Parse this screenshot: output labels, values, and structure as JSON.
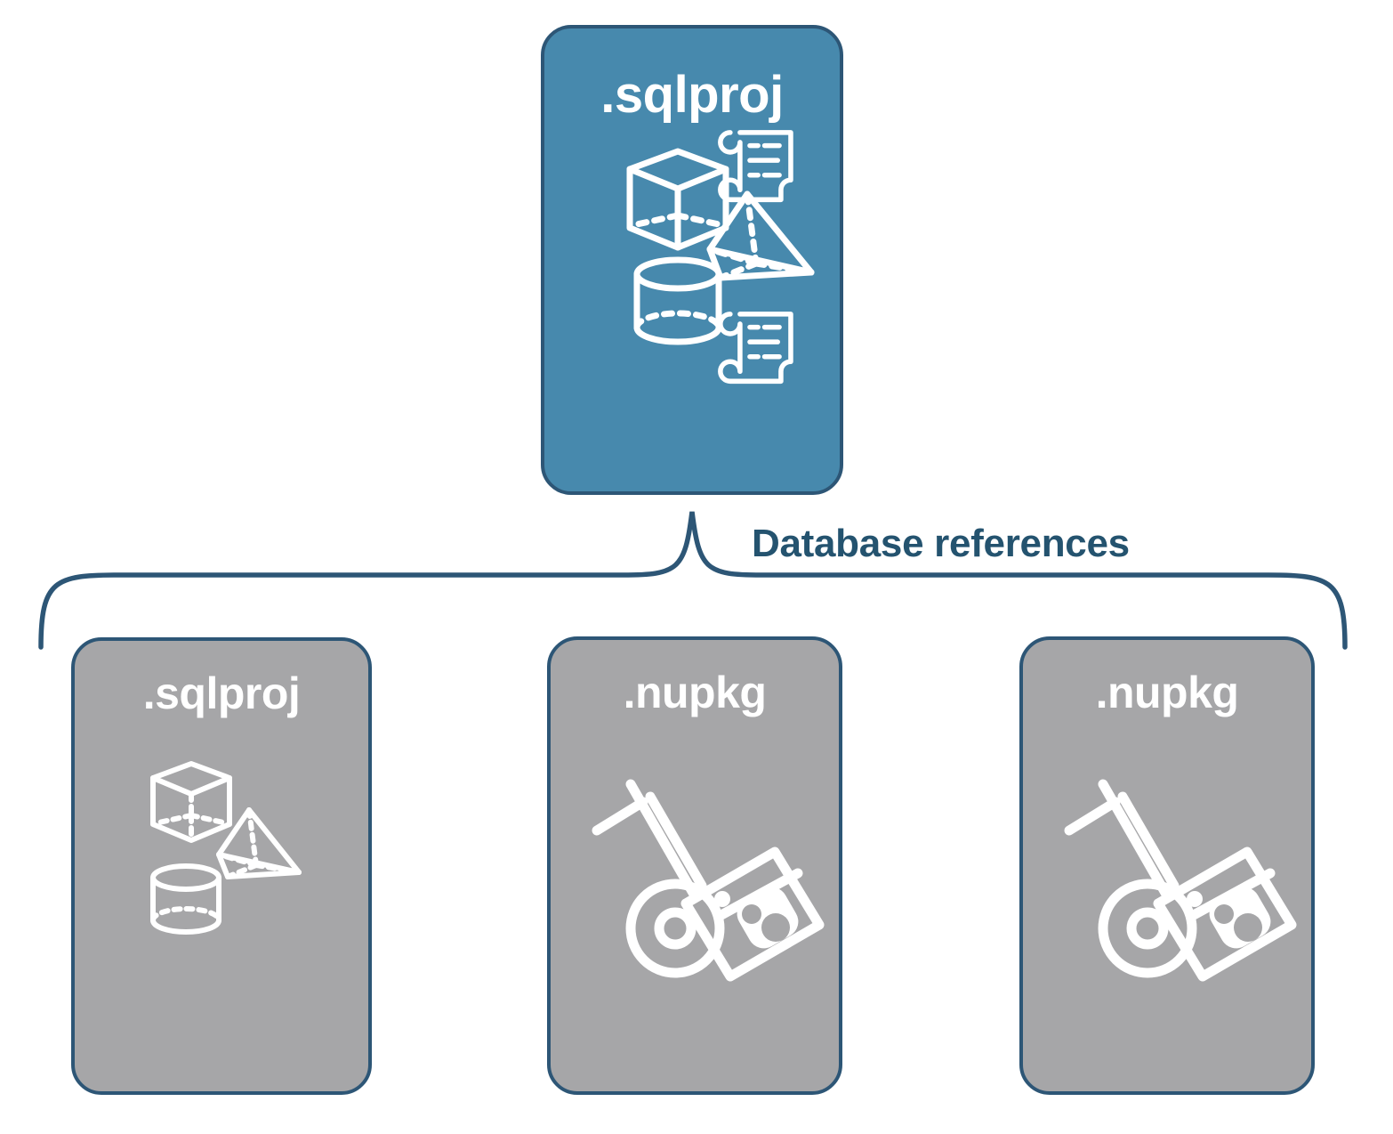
{
  "diagram": {
    "title_text": "Database references",
    "colors": {
      "primary_fill": "#4789ad",
      "secondary_fill": "#a6a6a8",
      "border": "#2d5676",
      "label_text": "#24536f",
      "icon_stroke": "#ffffff",
      "background": "#ffffff"
    },
    "connector": {
      "name": "database-references-brace",
      "label": "Database references"
    },
    "nodes": [
      {
        "id": "root-sqlproj",
        "label": ".sqlproj",
        "variant": "primary",
        "role": "root-project",
        "icons": [
          "cube-icon",
          "pyramid-icon",
          "cylinder-icon",
          "scroll-icon",
          "scroll-icon"
        ]
      },
      {
        "id": "ref-sqlproj",
        "label": ".sqlproj",
        "variant": "secondary",
        "role": "referenced-project",
        "icons": [
          "cube-icon",
          "pyramid-icon",
          "cylinder-icon"
        ]
      },
      {
        "id": "ref-nupkg-1",
        "label": ".nupkg",
        "variant": "secondary",
        "role": "referenced-package",
        "icons": [
          "hand-truck-package-icon"
        ]
      },
      {
        "id": "ref-nupkg-2",
        "label": ".nupkg",
        "variant": "secondary",
        "role": "referenced-package",
        "icons": [
          "hand-truck-package-icon"
        ]
      }
    ]
  }
}
